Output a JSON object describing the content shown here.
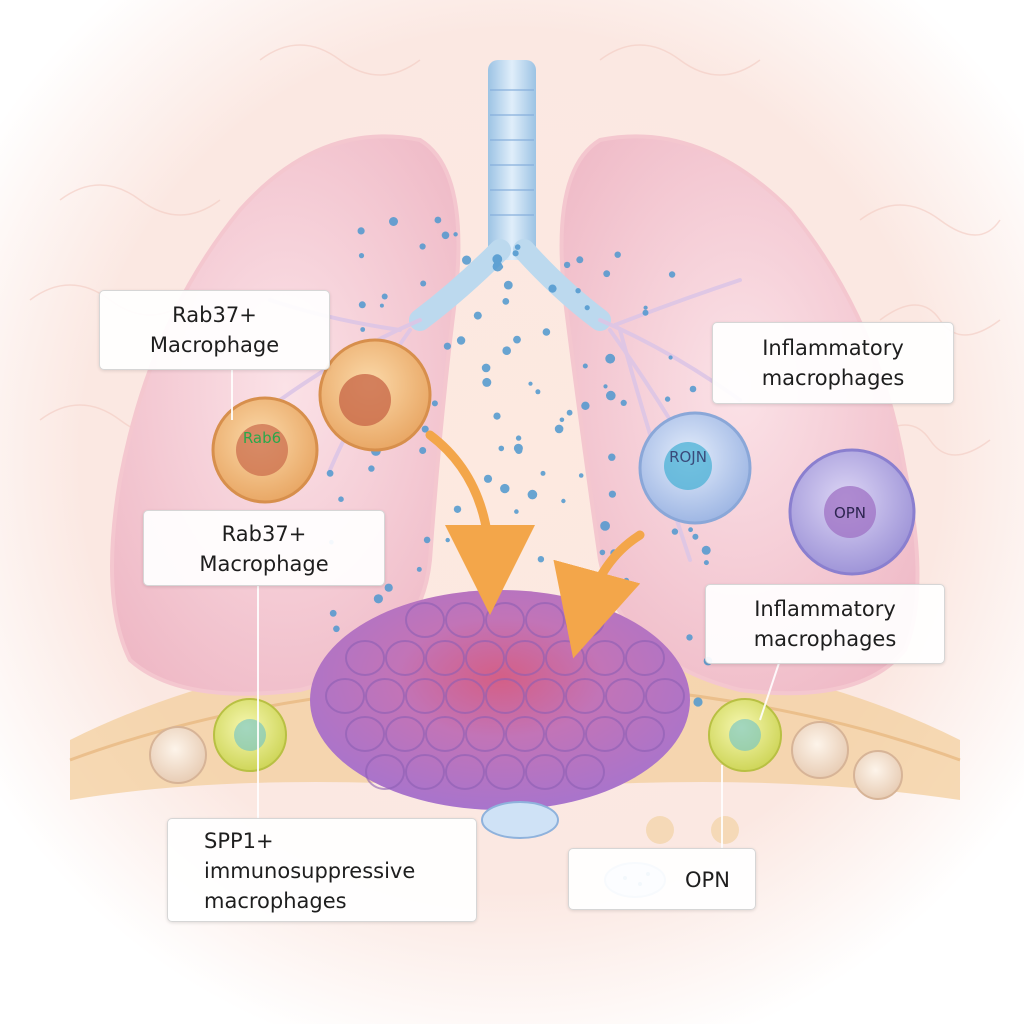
{
  "labels": {
    "rab37_top": {
      "line1": "Rab37+",
      "line2": "Macrophage"
    },
    "rab37_mid": {
      "line1": "Rab37+",
      "line2": "Macrophage"
    },
    "inflammatory_top": {
      "line1": "Inflammatory",
      "line2": "macrophages"
    },
    "inflammatory_mid": {
      "line1": "Inflammatory",
      "line2": "macrophages"
    },
    "spp1": {
      "line1": "SPP1+",
      "line2": "immunosuppressive",
      "line3": "macrophages"
    },
    "opn": {
      "text": "OPN"
    }
  },
  "cell_text": {
    "rab37_cell_left": "Rab6",
    "opn_cell": "OPN",
    "inflammatory_cell": "ROJN"
  },
  "colors": {
    "lung_fill": "#f6d3da",
    "trachea": "#bcd9ee",
    "tumor": "#c08ad6",
    "tumor_core": "#d26a8e",
    "rab37_macrophage": "#f4c58a",
    "inflammatory_macrophage": "#bcd0f0",
    "arrow": "#f3a64a",
    "particles": "#4f98cf"
  }
}
